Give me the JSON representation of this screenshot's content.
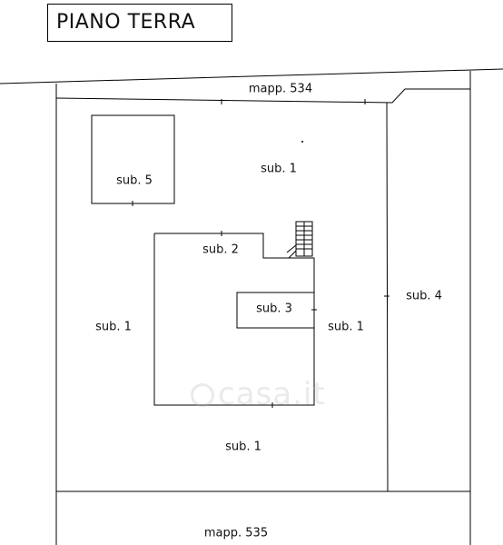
{
  "title": "PIANO TERRA",
  "labels": {
    "mapp_534": "mapp. 534",
    "mapp_535": "mapp. 535",
    "sub_5": "sub. 5",
    "sub_1_top": "sub. 1",
    "sub_2": "sub. 2",
    "sub_3": "sub. 3",
    "sub_4": "sub. 4",
    "sub_1_left": "sub. 1",
    "sub_1_right": "sub. 1",
    "sub_1_bottom": "sub. 1"
  },
  "watermark": "casa.it"
}
